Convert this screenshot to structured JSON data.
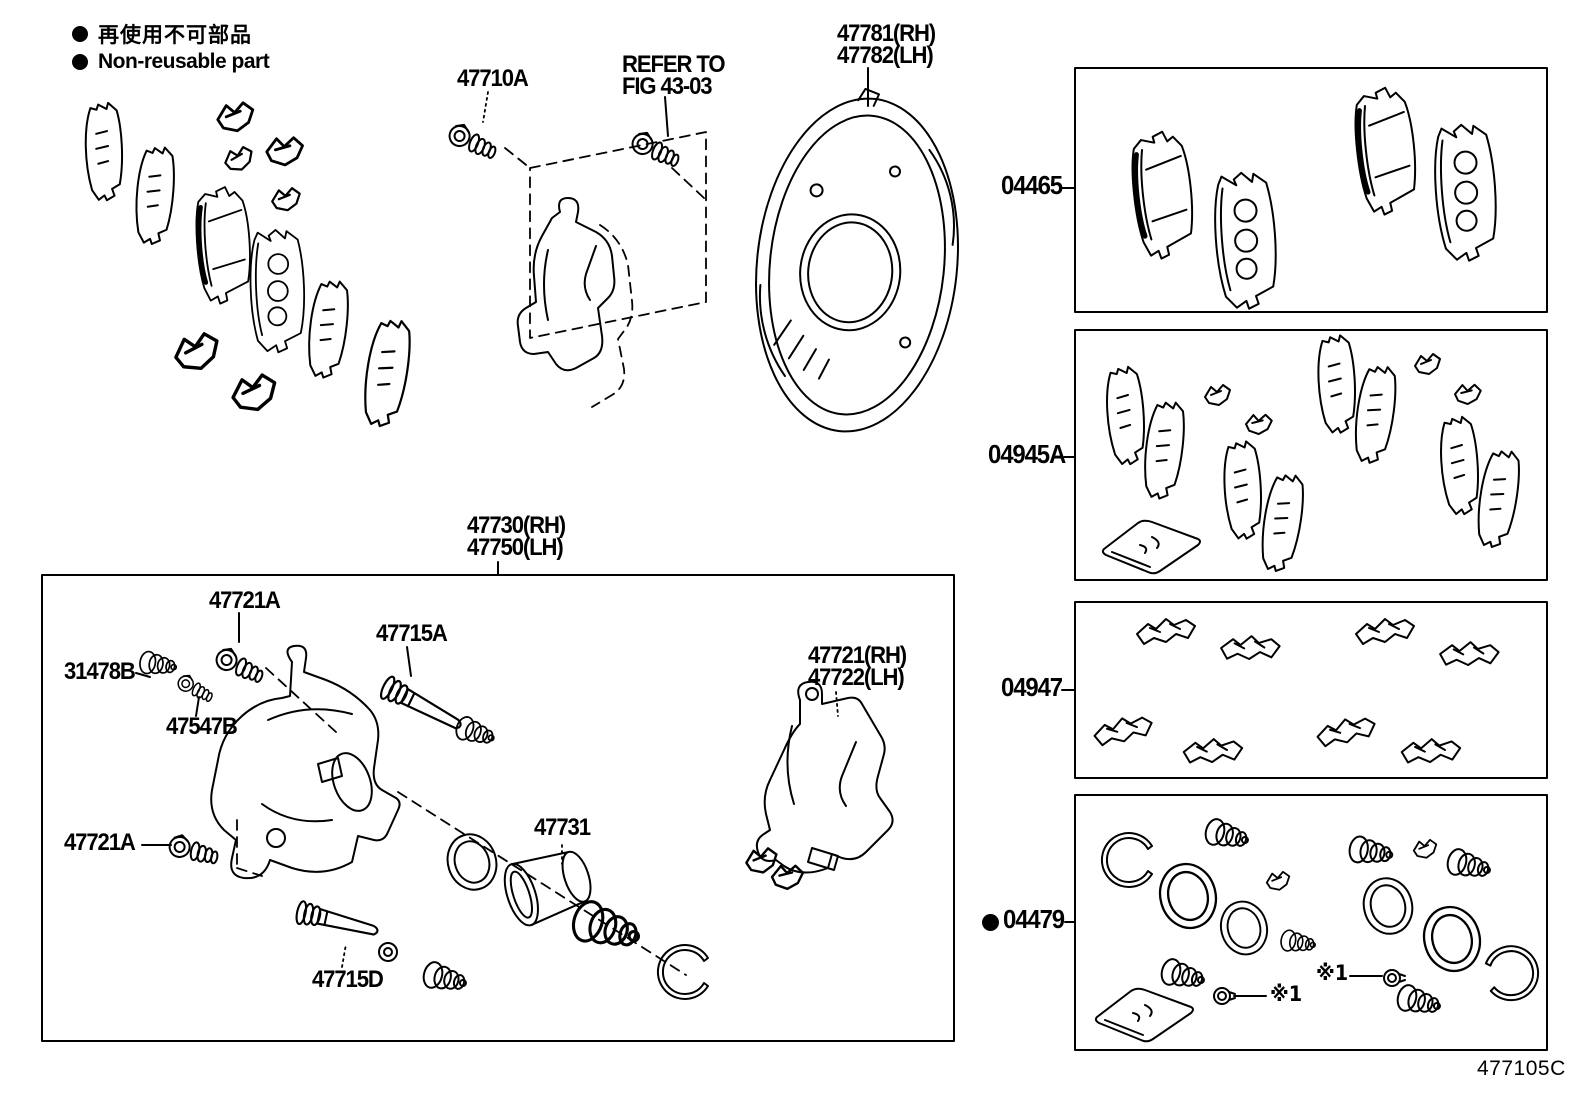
{
  "legend": {
    "jp": "再使用不可部品",
    "en": "Non-reusable part"
  },
  "figure_code": "477105C",
  "colors": {
    "ink": "#000000",
    "background": "#ffffff"
  },
  "callouts": {
    "bolt_47710a": "47710A",
    "refer_line1": "REFER TO",
    "refer_line2": "FIG 43-03",
    "shield_rh": "47781(RH)",
    "shield_lh": "47782(LH)",
    "kit_pads": "04465",
    "kit_shims": "04945A",
    "kit_fittings": "04947",
    "kit_cylinder": "04479",
    "caliper_rh": "47730(RH)",
    "caliper_lh": "47750(LH)",
    "bolt_47721a_upper": "47721A",
    "pin_47715a": "47715A",
    "grommet_31478b": "31478B",
    "bleeder_47547b": "47547B",
    "bracket_rh": "47721(RH)",
    "bracket_lh": "47722(LH)",
    "bolt_47721a_lower": "47721A",
    "piston_47731": "47731",
    "pin_47715d": "47715D",
    "note1": "※1",
    "note2": "※1"
  }
}
